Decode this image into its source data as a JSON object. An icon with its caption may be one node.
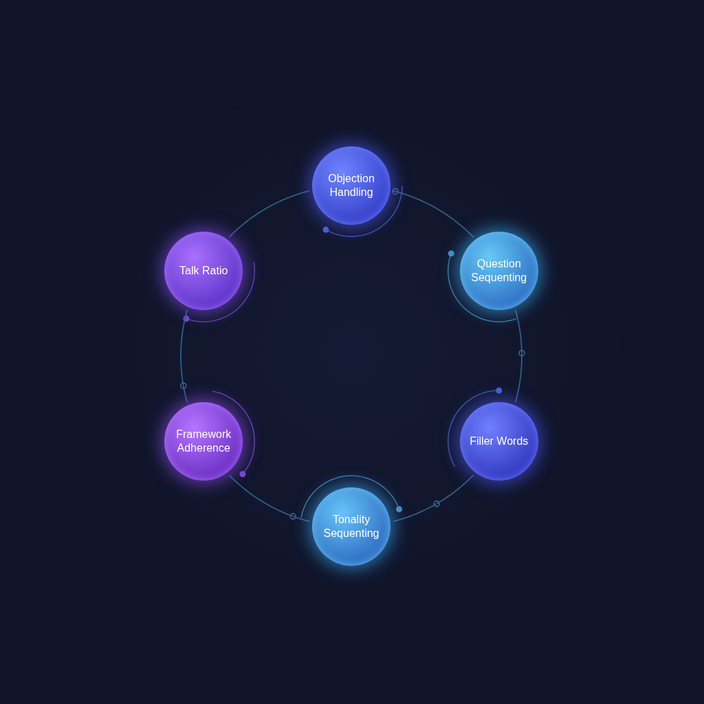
{
  "diagram": {
    "nodes": [
      {
        "text": [
          "Objection Handling"
        ]
      },
      {
        "text": [
          "Question Sequenting"
        ]
      },
      {
        "text": [
          "Filler Words"
        ]
      },
      {
        "text": [
          "Tonality Sequenting"
        ]
      },
      {
        "text": [
          "Framework Adherence"
        ]
      },
      {
        "text": [
          "Talk Ratio"
        ]
      }
    ],
    "edges": [
      {
        "from": 0,
        "to": 1,
        "arrow": "none"
      },
      {
        "from": 1,
        "to": 2,
        "arrow": "none"
      },
      {
        "from": 2,
        "to": 3,
        "arrow": "none"
      },
      {
        "from": 3,
        "to": 4,
        "arrow": "none"
      },
      {
        "from": 4,
        "to": 5,
        "arrow": "none"
      },
      {
        "from": 5,
        "to": 0,
        "arrow": "none"
      }
    ]
  }
}
